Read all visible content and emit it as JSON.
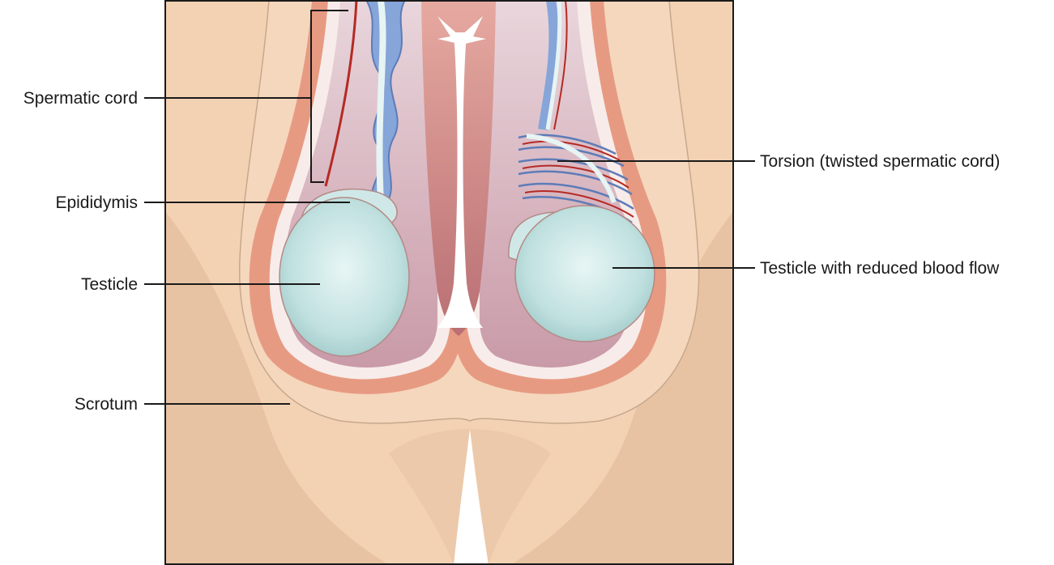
{
  "labels": {
    "spermatic_cord": "Spermatic cord",
    "epididymis": "Epididymis",
    "testicle": "Testicle",
    "scrotum": "Scrotum",
    "torsion": "Torsion (twisted spermatic cord)",
    "testicle_reduced_flow": "Testicle with reduced blood flow"
  },
  "colors": {
    "skin_background": "#f3d2b4",
    "skin_outer": "#e8c3a3",
    "scrotal_wall": "#e79a82",
    "inner_cavity": "#d9b8c2",
    "testicle": "#c9e6e6",
    "vein": "#6f8fc6",
    "artery": "#b52a24",
    "leader_line": "#1a1a1a"
  }
}
